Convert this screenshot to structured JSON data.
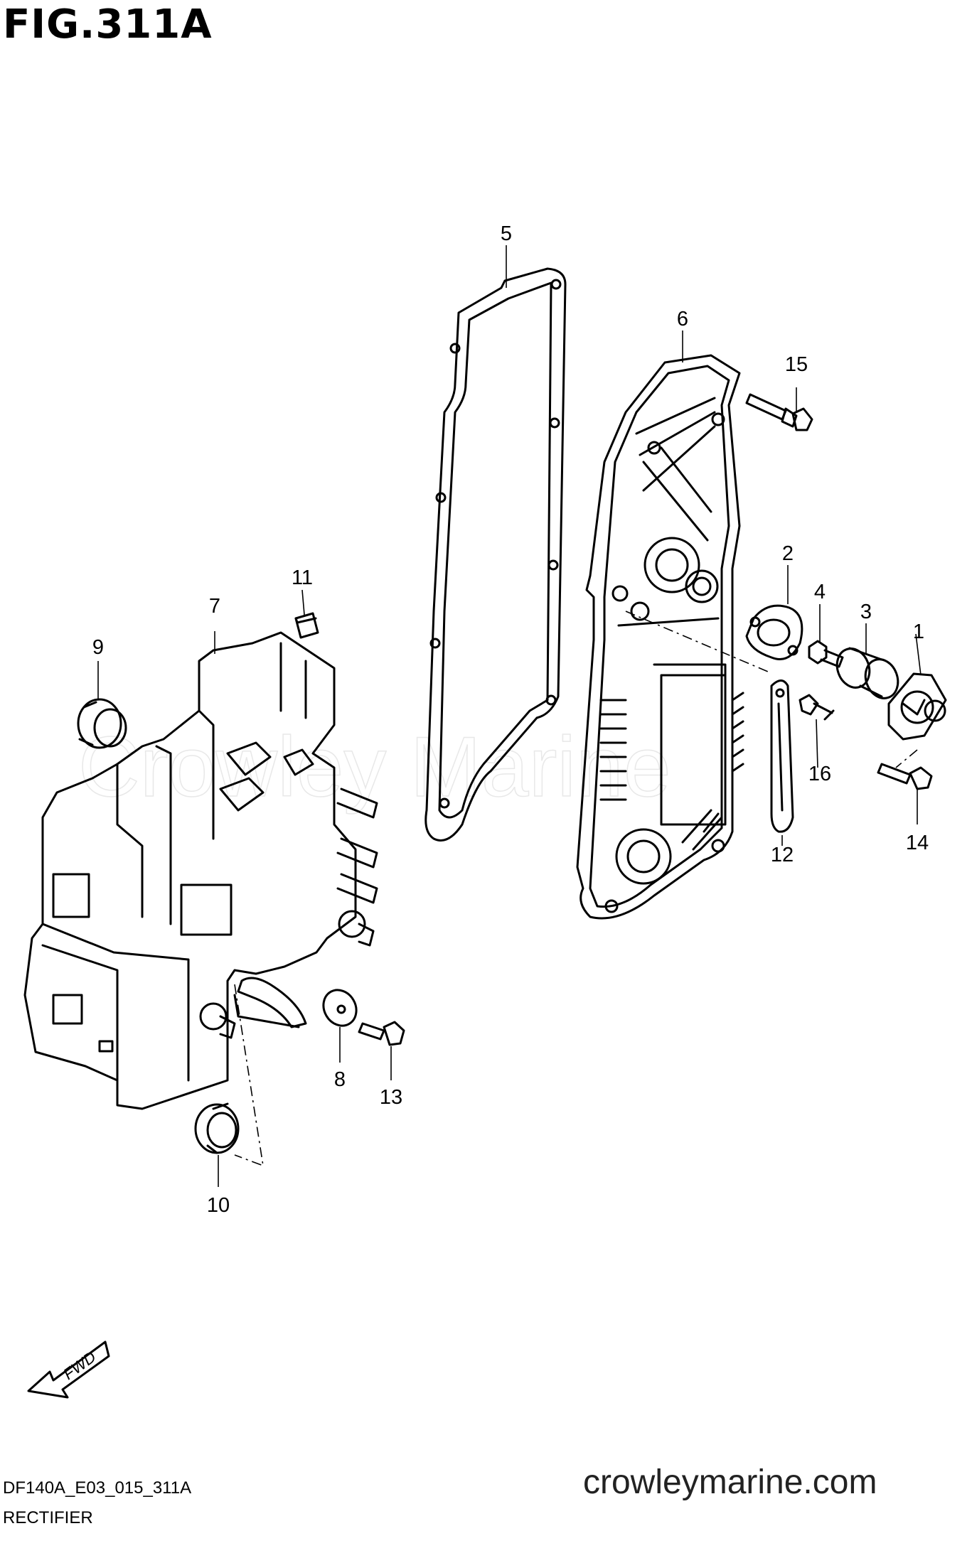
{
  "figure": {
    "title": "FIG.311A"
  },
  "watermark": "Crowley Marine",
  "fwd_label": "FWD",
  "callouts": [
    "1",
    "2",
    "3",
    "4",
    "5",
    "6",
    "7",
    "8",
    "9",
    "10",
    "11",
    "12",
    "13",
    "14",
    "15",
    "16"
  ],
  "footer": {
    "code": "DF140A_E03_015_311A",
    "name": "RECTIFIER",
    "site": "crowleymarine.com"
  }
}
